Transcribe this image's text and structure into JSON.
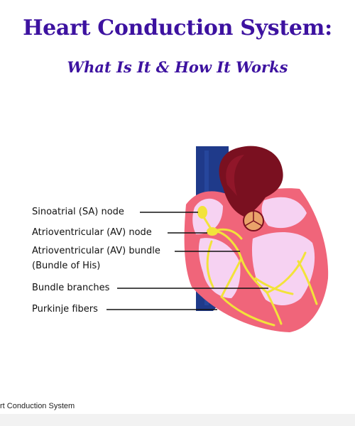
{
  "header": {
    "title": "Heart Conduction System:",
    "subtitle": "What Is It & How It Works"
  },
  "labels": {
    "sa_node": "Sinoatrial (SA) node",
    "av_node": "Atrioventricular (AV) node",
    "av_bundle": "Atrioventricular (AV) bundle",
    "av_bundle_alt": "(Bundle of His)",
    "bundle_branches": "Bundle branches",
    "purkinje": "Purkinje fibers"
  },
  "caption": "rt Conduction System",
  "colors": {
    "title": "#3d12a0",
    "vein": "#1f3a8a",
    "aorta": "#7a1020",
    "wall": "#f0657a",
    "chamber": "#f6d2f2",
    "conduction": "#f2e33a",
    "valve": "#e9a36a"
  }
}
